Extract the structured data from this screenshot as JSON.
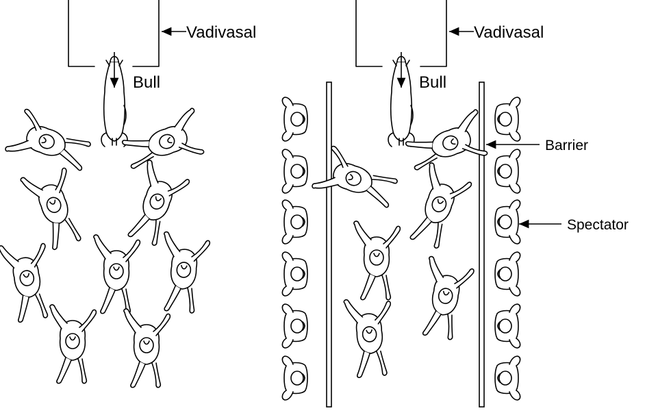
{
  "labels": {
    "vadivasal_left": "Vadivasal",
    "bull_left": "Bull",
    "vadivasal_right": "Vadivasal",
    "bull_right": "Bull",
    "barrier": "Barrier",
    "spectator": "Spectator"
  },
  "colors": {
    "ink": "#000000",
    "background": "#ffffff"
  },
  "icons": {
    "bull": "bull-top-view-icon",
    "tamer": "tamer-top-view-icon",
    "spectator": "spectator-top-view-icon"
  }
}
